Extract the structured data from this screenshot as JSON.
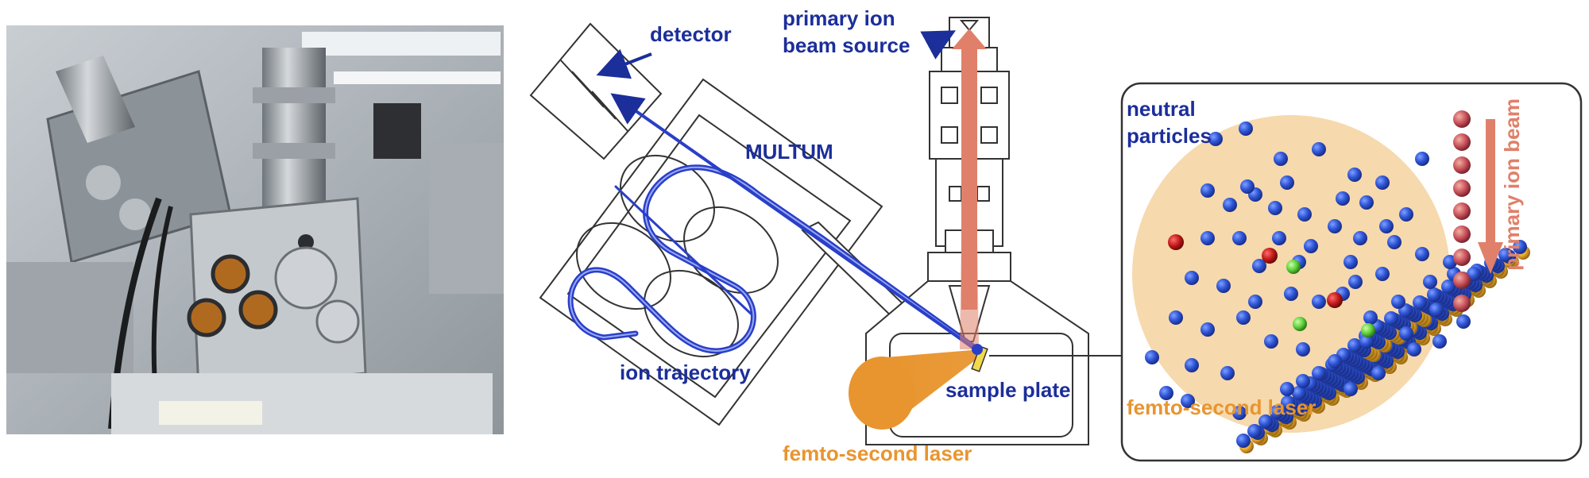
{
  "panels": {
    "photo": {
      "description_free": true
    },
    "schematic": {
      "labels": {
        "detector": "detector",
        "primary_ion_line1": "primary ion",
        "primary_ion_line2": "beam source",
        "multum": "MULTUM",
        "ion_trajectory": "ion trajectory",
        "sample_plate": "sample plate",
        "laser": "femto-second laser"
      }
    },
    "inset": {
      "labels": {
        "neutral_line1": "neutral",
        "neutral_line2": "particles",
        "primary_ion_beam": "primary ion beam",
        "laser": "femto-second laser"
      }
    }
  },
  "colors": {
    "label_blue": "#1c2e9a",
    "trajectory_blue": "#2a3fc8",
    "laser_orange": "#e8952f",
    "laser_halo": "#f6d9ad",
    "ion_beam_salmon": "#e0806a",
    "particle_blue": "#2f56d8",
    "particle_red": "#c01818",
    "particle_green": "#5ecf3a",
    "substrate_gold": "#e7a82f",
    "outline": "#333333"
  }
}
